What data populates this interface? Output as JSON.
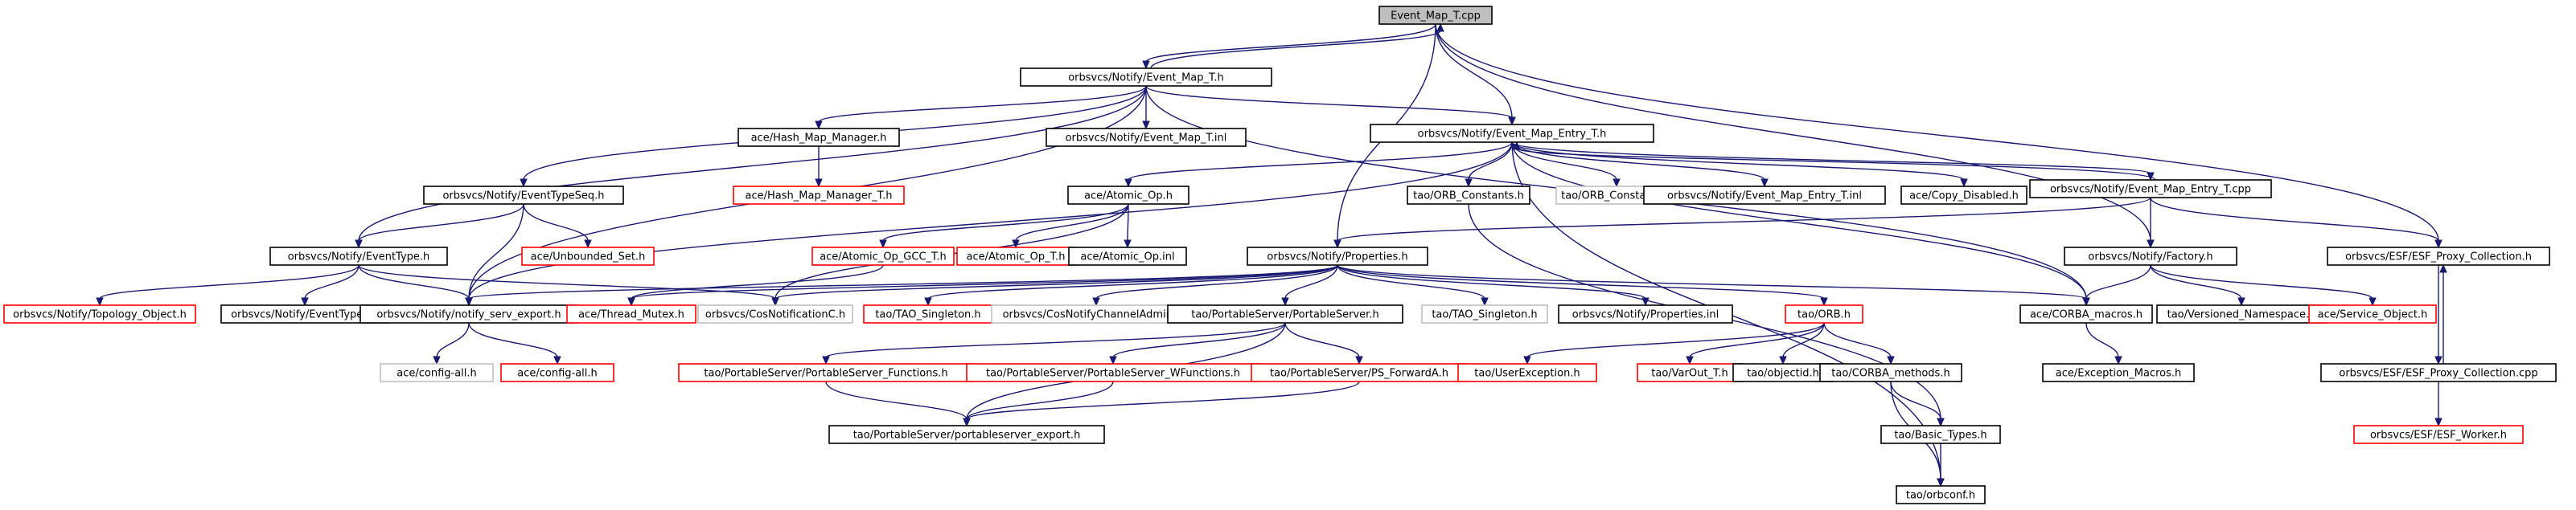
{
  "diagram": {
    "type": "include-dependency-graph",
    "colors": {
      "root_fill": "#bfbfbf",
      "normal_border": "#000000",
      "missing_border": "#ff0000",
      "external_border": "#bfbfbf",
      "edge": "#191970"
    },
    "nodes": [
      {
        "id": "n0",
        "label": "Event_Map_T.cpp",
        "style": "root"
      },
      {
        "id": "n1",
        "label": "orbsvcs/Notify/Event_Map_T.h",
        "style": "normal"
      },
      {
        "id": "n2",
        "label": "ace/Hash_Map_Manager.h",
        "style": "normal"
      },
      {
        "id": "n3",
        "label": "orbsvcs/Notify/Event_Map_T.inl",
        "style": "normal"
      },
      {
        "id": "n4",
        "label": "orbsvcs/Notify/Event_Map_Entry_T.h",
        "style": "normal"
      },
      {
        "id": "n5",
        "label": "orbsvcs/Notify/EventTypeSeq.h",
        "style": "normal"
      },
      {
        "id": "n6",
        "label": "ace/Hash_Map_Manager_T.h",
        "style": "missing"
      },
      {
        "id": "n7",
        "label": "ace/Atomic_Op.h",
        "style": "normal"
      },
      {
        "id": "n8",
        "label": "tao/ORB_Constants.h",
        "style": "normal"
      },
      {
        "id": "n9",
        "label": "tao/ORB_Constants.h",
        "style": "external"
      },
      {
        "id": "n10",
        "label": "orbsvcs/Notify/Event_Map_Entry_T.inl",
        "style": "normal"
      },
      {
        "id": "n11",
        "label": "ace/Copy_Disabled.h",
        "style": "normal"
      },
      {
        "id": "n12",
        "label": "orbsvcs/Notify/Event_Map_Entry_T.cpp",
        "style": "normal"
      },
      {
        "id": "n13",
        "label": "orbsvcs/Notify/EventType.h",
        "style": "normal"
      },
      {
        "id": "n14",
        "label": "ace/Unbounded_Set.h",
        "style": "missing"
      },
      {
        "id": "n15",
        "label": "ace/Atomic_Op_GCC_T.h",
        "style": "missing"
      },
      {
        "id": "n16",
        "label": "ace/Atomic_Op_T.h",
        "style": "missing"
      },
      {
        "id": "n17",
        "label": "ace/Atomic_Op.inl",
        "style": "normal"
      },
      {
        "id": "n18",
        "label": "orbsvcs/Notify/Properties.h",
        "style": "normal"
      },
      {
        "id": "n19",
        "label": "orbsvcs/Notify/Factory.h",
        "style": "normal"
      },
      {
        "id": "n20",
        "label": "orbsvcs/ESF/ESF_Proxy_Collection.h",
        "style": "normal"
      },
      {
        "id": "n21",
        "label": "orbsvcs/Notify/Topology_Object.h",
        "style": "missing"
      },
      {
        "id": "n22",
        "label": "orbsvcs/Notify/EventType.inl",
        "style": "normal"
      },
      {
        "id": "n23",
        "label": "orbsvcs/Notify/notify_serv_export.h",
        "style": "normal"
      },
      {
        "id": "n24",
        "label": "ace/Thread_Mutex.h",
        "style": "missing"
      },
      {
        "id": "n25",
        "label": "orbsvcs/CosNotificationC.h",
        "style": "external"
      },
      {
        "id": "n26",
        "label": "tao/TAO_Singleton.h",
        "style": "missing"
      },
      {
        "id": "n27",
        "label": "orbsvcs/CosNotifyChannelAdminC.h",
        "style": "external"
      },
      {
        "id": "n28",
        "label": "tao/PortableServer/PortableServer.h",
        "style": "normal"
      },
      {
        "id": "n29",
        "label": "tao/TAO_Singleton.h",
        "style": "external"
      },
      {
        "id": "n30",
        "label": "orbsvcs/Notify/Properties.inl",
        "style": "normal"
      },
      {
        "id": "n31",
        "label": "tao/ORB.h",
        "style": "missing"
      },
      {
        "id": "n32",
        "label": "ace/CORBA_macros.h",
        "style": "normal"
      },
      {
        "id": "n33",
        "label": "tao/Versioned_Namespace.h",
        "style": "normal"
      },
      {
        "id": "n34",
        "label": "ace/Service_Object.h",
        "style": "missing"
      },
      {
        "id": "n35",
        "label": "orbsvcs/ESF/ESF_Proxy_Collection.cpp",
        "style": "normal"
      },
      {
        "id": "n36",
        "label": "ace/config-all.h",
        "style": "external"
      },
      {
        "id": "n37",
        "label": "ace/config-all.h",
        "style": "missing"
      },
      {
        "id": "n38",
        "label": "tao/PortableServer/PortableServer_Functions.h",
        "style": "missing"
      },
      {
        "id": "n39",
        "label": "tao/PortableServer/PortableServer_WFunctions.h",
        "style": "missing"
      },
      {
        "id": "n40",
        "label": "tao/PortableServer/PS_ForwardA.h",
        "style": "missing"
      },
      {
        "id": "n41",
        "label": "tao/UserException.h",
        "style": "missing"
      },
      {
        "id": "n42",
        "label": "tao/VarOut_T.h",
        "style": "missing"
      },
      {
        "id": "n43",
        "label": "tao/objectid.h",
        "style": "normal"
      },
      {
        "id": "n44",
        "label": "tao/CORBA_methods.h",
        "style": "normal"
      },
      {
        "id": "n45",
        "label": "ace/Exception_Macros.h",
        "style": "normal"
      },
      {
        "id": "n46",
        "label": "orbsvcs/ESF/ESF_Worker.h",
        "style": "missing"
      },
      {
        "id": "n47",
        "label": "tao/PortableServer/portableserver_export.h",
        "style": "normal"
      },
      {
        "id": "n48",
        "label": "tao/Basic_Types.h",
        "style": "normal"
      },
      {
        "id": "n49",
        "label": "tao/orbconf.h",
        "style": "normal"
      }
    ],
    "edges": [
      [
        "n0",
        "n1"
      ],
      [
        "n0",
        "n4"
      ],
      [
        "n0",
        "n18"
      ],
      [
        "n0",
        "n19"
      ],
      [
        "n0",
        "n20"
      ],
      [
        "n1",
        "n0"
      ],
      [
        "n1",
        "n2"
      ],
      [
        "n1",
        "n3"
      ],
      [
        "n1",
        "n4"
      ],
      [
        "n1",
        "n5"
      ],
      [
        "n1",
        "n13"
      ],
      [
        "n1",
        "n23"
      ],
      [
        "n1",
        "n32"
      ],
      [
        "n2",
        "n6"
      ],
      [
        "n4",
        "n7"
      ],
      [
        "n4",
        "n8"
      ],
      [
        "n4",
        "n9"
      ],
      [
        "n4",
        "n10"
      ],
      [
        "n4",
        "n11"
      ],
      [
        "n4",
        "n12"
      ],
      [
        "n4",
        "n23"
      ],
      [
        "n4",
        "n32"
      ],
      [
        "n4",
        "n49"
      ],
      [
        "n5",
        "n13"
      ],
      [
        "n5",
        "n14"
      ],
      [
        "n5",
        "n23"
      ],
      [
        "n7",
        "n15"
      ],
      [
        "n7",
        "n16"
      ],
      [
        "n7",
        "n17"
      ],
      [
        "n7",
        "n25"
      ],
      [
        "n8",
        "n48"
      ],
      [
        "n12",
        "n4"
      ],
      [
        "n12",
        "n18"
      ],
      [
        "n12",
        "n19"
      ],
      [
        "n12",
        "n20"
      ],
      [
        "n13",
        "n21"
      ],
      [
        "n13",
        "n22"
      ],
      [
        "n13",
        "n23"
      ],
      [
        "n13",
        "n25"
      ],
      [
        "n15",
        "n24"
      ],
      [
        "n18",
        "n23"
      ],
      [
        "n18",
        "n24"
      ],
      [
        "n18",
        "n25"
      ],
      [
        "n18",
        "n26"
      ],
      [
        "n18",
        "n27"
      ],
      [
        "n18",
        "n28"
      ],
      [
        "n18",
        "n29"
      ],
      [
        "n18",
        "n30"
      ],
      [
        "n18",
        "n31"
      ],
      [
        "n18",
        "n32"
      ],
      [
        "n19",
        "n32"
      ],
      [
        "n19",
        "n33"
      ],
      [
        "n19",
        "n34"
      ],
      [
        "n20",
        "n35"
      ],
      [
        "n35",
        "n20"
      ],
      [
        "n35",
        "n46"
      ],
      [
        "n23",
        "n36"
      ],
      [
        "n23",
        "n37"
      ],
      [
        "n28",
        "n38"
      ],
      [
        "n28",
        "n39"
      ],
      [
        "n28",
        "n40"
      ],
      [
        "n28",
        "n47"
      ],
      [
        "n31",
        "n41"
      ],
      [
        "n31",
        "n42"
      ],
      [
        "n31",
        "n43"
      ],
      [
        "n31",
        "n44"
      ],
      [
        "n32",
        "n45"
      ],
      [
        "n38",
        "n47"
      ],
      [
        "n39",
        "n47"
      ],
      [
        "n40",
        "n47"
      ],
      [
        "n44",
        "n48"
      ],
      [
        "n44",
        "n49"
      ],
      [
        "n48",
        "n49"
      ]
    ]
  }
}
